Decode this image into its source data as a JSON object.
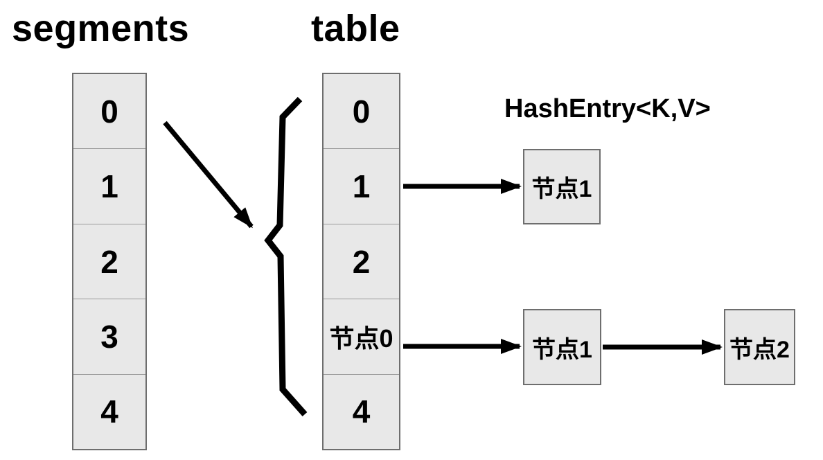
{
  "diagram": {
    "title_left": "segments",
    "title_right": "table",
    "hash_entry_label": "HashEntry<K,V>",
    "segments_cells": [
      "0",
      "1",
      "2",
      "3",
      "4"
    ],
    "table_cells": [
      "0",
      "1",
      "2",
      "节点0",
      "4"
    ],
    "node_boxes": [
      {
        "label": "节点1"
      },
      {
        "label": "节点1"
      },
      {
        "label": "节点2"
      }
    ],
    "colors": {
      "background": "#ffffff",
      "cell_fill": "#e8e8e8",
      "cell_border": "#6e6e6e",
      "cell_divider": "#9a9a9a",
      "arrow": "#000000",
      "text": "#000000"
    }
  }
}
